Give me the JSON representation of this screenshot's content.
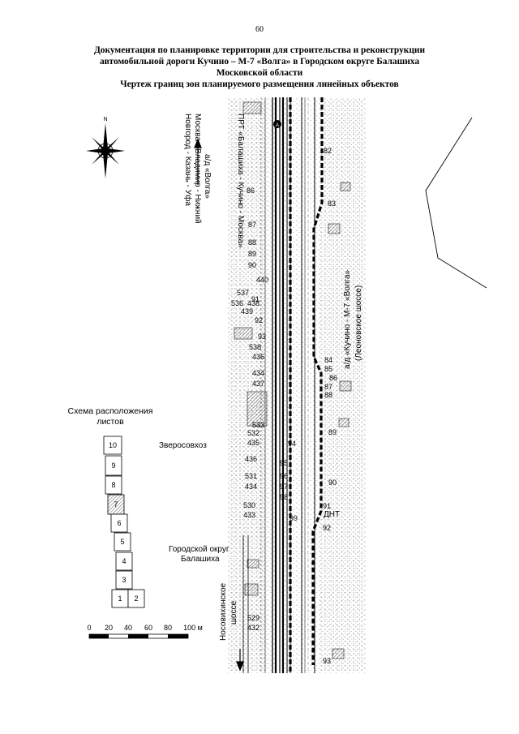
{
  "page_number": "60",
  "title": {
    "line1": "Документация по планировке территории для строительства и реконструкции",
    "line2": "автомобильной дороги Кучино – М-7 «Волга» в Городском округе Балашиха",
    "line3": "Московской области",
    "line4": "Чертеж границ зон планируемого размещения линейных объектов"
  },
  "compass": {
    "north_label": "N"
  },
  "road_labels": {
    "prt": "ПРТ «Балашиха - Кучино - Москва»",
    "volga1": "а/д «Волга»",
    "volga2": "Москва - Владимир - Нижний",
    "volga3": "Новгород - Казань - Уфа",
    "kuchino1": "а/д «Кучино - М-7 «Волга»",
    "kuchino2": "(Леоновское шоссе)",
    "nosovikh1": "Носовихинское",
    "nosovikh2": "шоссе"
  },
  "place_labels": {
    "zverosovkhoz": "Зверосовхоз",
    "gorod1": "Городской округ",
    "gorod2": "Балашиха",
    "dnt": "ДНТ",
    "marker_a": "А"
  },
  "sheet_scheme": {
    "title1": "Схема расположения",
    "title2": "листов",
    "sheets": [
      "10",
      "9",
      "8",
      "7",
      "6",
      "5",
      "4",
      "3",
      "1",
      "2"
    ],
    "current": "7"
  },
  "scale_bar": {
    "ticks": [
      "0",
      "20",
      "40",
      "60",
      "80",
      "100 м"
    ]
  },
  "point_labels": {
    "right": [
      "82",
      "83",
      "84",
      "85",
      "86",
      "87",
      "88",
      "89",
      "90",
      "91",
      "92",
      "93"
    ],
    "center": [
      "87",
      "88",
      "89",
      "90",
      "91",
      "92",
      "93",
      "94",
      "95",
      "96",
      "97",
      "98",
      "99"
    ],
    "left": [
      "86",
      "537",
      "536",
      "438",
      "439",
      "538",
      "436",
      "434",
      "437",
      "533",
      "532",
      "435",
      "436",
      "531",
      "434",
      "530",
      "433",
      "529",
      "432",
      "440"
    ]
  }
}
